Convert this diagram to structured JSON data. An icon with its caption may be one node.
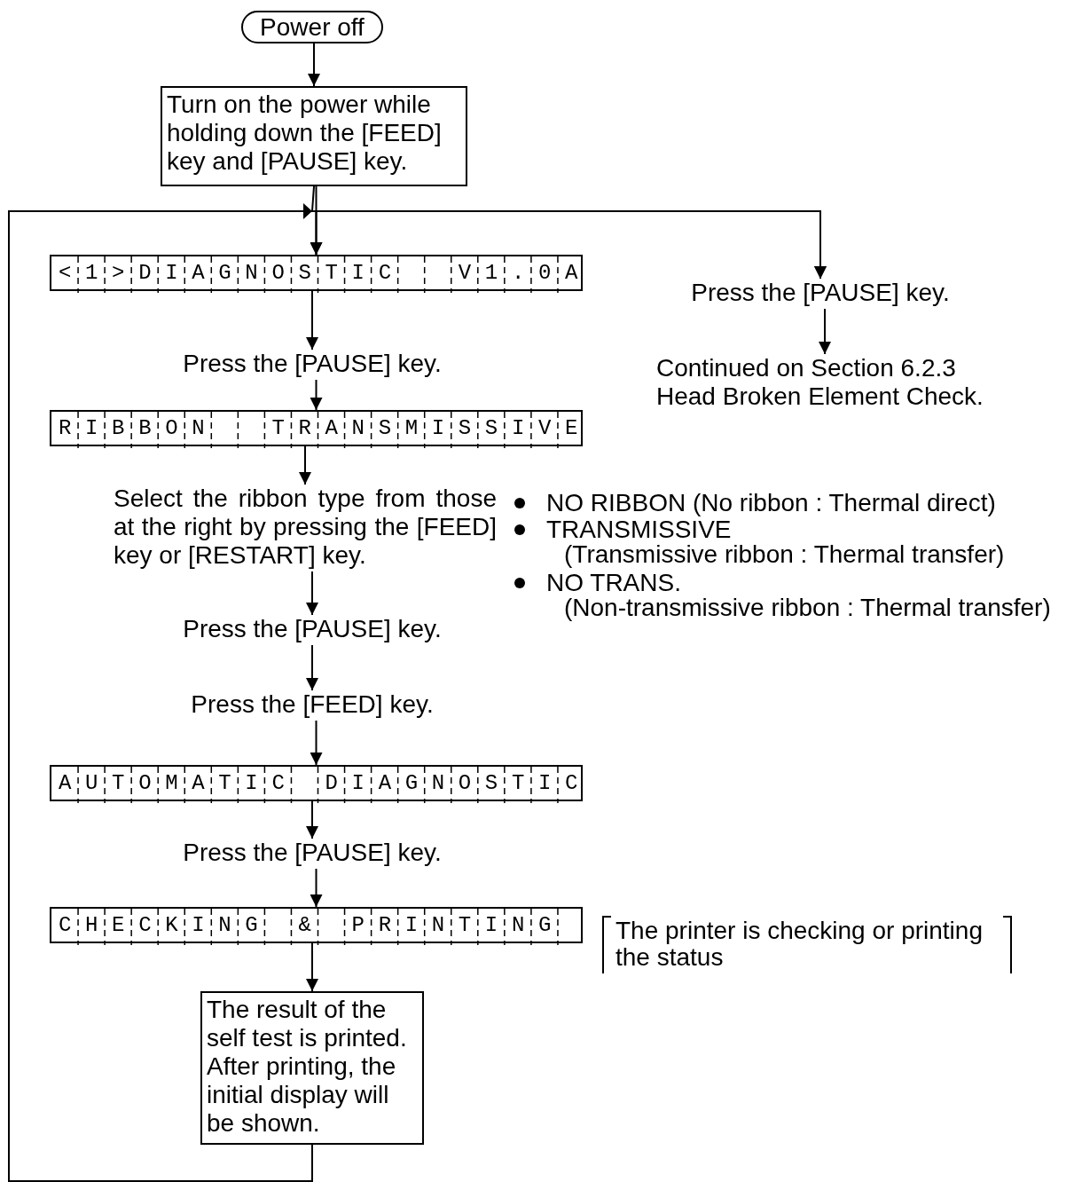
{
  "diagram": {
    "nodes": [
      {
        "text": [
          "Power off"
        ]
      },
      {
        "text": [
          "Turn on the power while holding down the [FEED] key and [PAUSE] key."
        ]
      },
      {
        "text": [
          "<1>DIAGNOSTIC  V1.0A"
        ]
      },
      {
        "text": [
          "Press the [PAUSE] key."
        ]
      },
      {
        "text": [
          "Continued on Section 6.2.3 Head Broken Element Check."
        ]
      },
      {
        "text": [
          "Press the [PAUSE] key."
        ]
      },
      {
        "text": [
          "RIBBON  TRANSMISSIVE"
        ]
      },
      {
        "text": [
          "Select the ribbon type from those at the right by pressing the [FEED] key or [RESTART] key."
        ]
      },
      {
        "text": [
          "Press the [PAUSE] key."
        ]
      },
      {
        "text": [
          "Press the [FEED] key."
        ]
      },
      {
        "text": [
          "AUTOMATIC DIAGNOSTIC"
        ]
      },
      {
        "text": [
          "Press the [PAUSE] key."
        ]
      },
      {
        "text": [
          "CHECKING & PRINTING"
        ],
        "beside": [
          "The printer is checking or printing the status"
        ]
      },
      {
        "text": [
          "The result of the self test is printed. After printing, the initial display will be shown."
        ]
      }
    ],
    "edges": [
      {
        "from": 0,
        "to": 1,
        "arrow": "to"
      },
      {
        "from": 1,
        "to": 2,
        "arrow": "to"
      },
      {
        "from": 1,
        "to": 3,
        "arrow": "to"
      },
      {
        "from": 13,
        "to": 2,
        "arrow": "to"
      },
      {
        "from": 13,
        "to": 3,
        "arrow": "to"
      },
      {
        "from": 3,
        "to": 4,
        "arrow": "to"
      },
      {
        "from": 2,
        "to": 5,
        "arrow": "to"
      },
      {
        "from": 5,
        "to": 6,
        "arrow": "to"
      },
      {
        "from": 6,
        "to": 7,
        "arrow": "to"
      },
      {
        "from": 7,
        "to": 8,
        "arrow": "to"
      },
      {
        "from": 8,
        "to": 9,
        "arrow": "to"
      },
      {
        "from": 9,
        "to": 10,
        "arrow": "to"
      },
      {
        "from": 10,
        "to": 11,
        "arrow": "to"
      },
      {
        "from": 11,
        "to": 12,
        "arrow": "to"
      },
      {
        "from": 12,
        "to": 13,
        "arrow": "to"
      }
    ],
    "labels": [
      "NO RIBBON (No ribbon : Thermal direct)",
      "TRANSMISSIVE",
      "(Transmissive ribbon : Thermal transfer)",
      "NO TRANS.",
      "(Non-transmissive ribbon : Thermal transfer)"
    ]
  }
}
